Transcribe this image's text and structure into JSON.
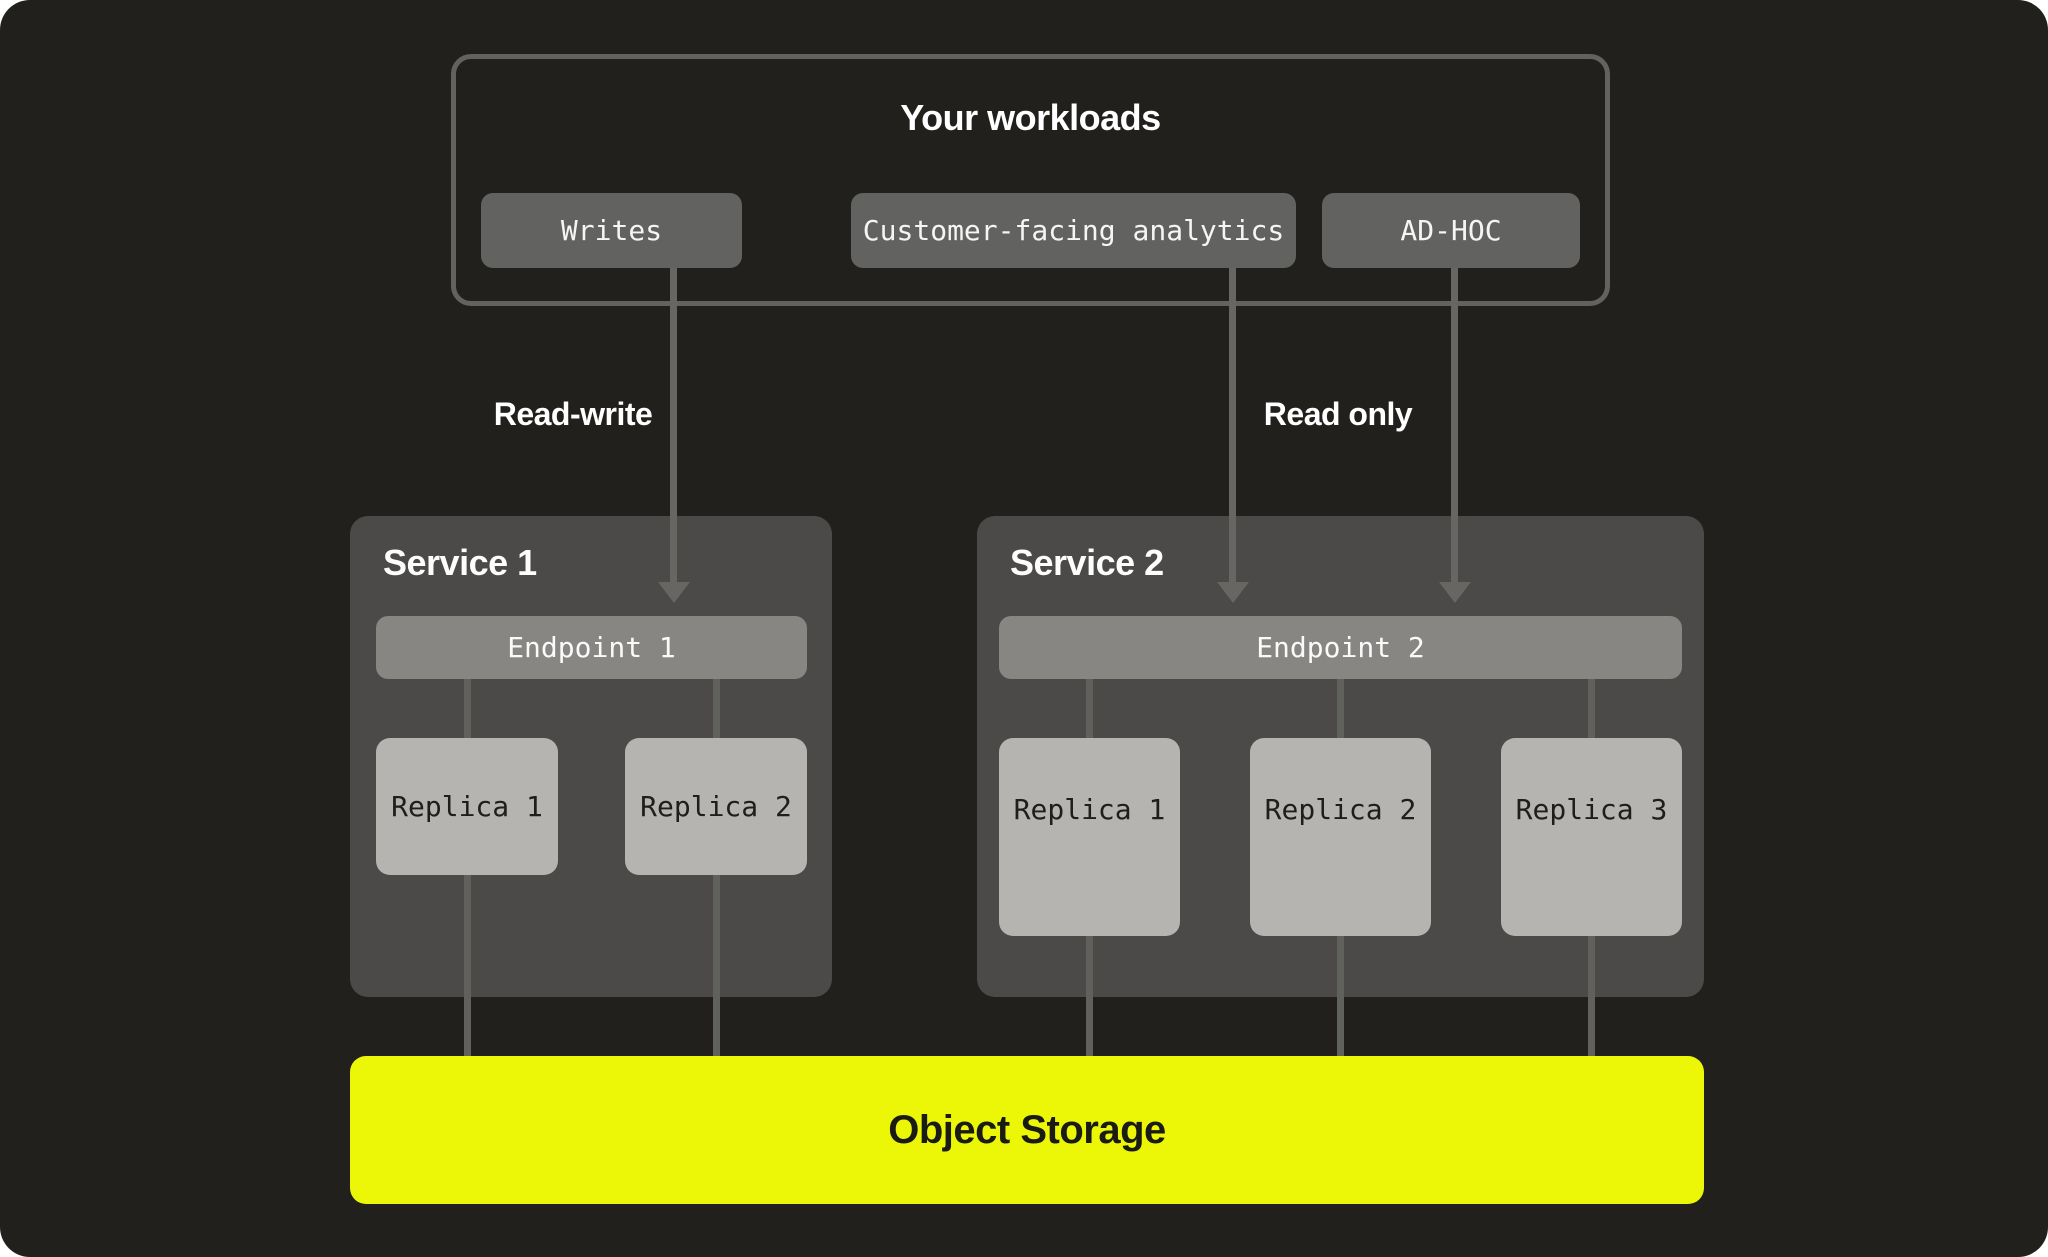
{
  "colors": {
    "page_bg": "#ffffff",
    "panel_bg": "#21201c",
    "workloads_border": "#62625f",
    "workload_chip_bg": "#626260",
    "service_bg": "#4b4a48",
    "endpoint_bg": "#878683",
    "replica_bg": "#b5b4b1",
    "connector_line": "#60605d",
    "arrow": "#676663",
    "storage_bg": "#ebf707",
    "text_light": "#ffffff",
    "text_dark": "#1e1e1b"
  },
  "workloads": {
    "title": "Your workloads",
    "chips": [
      {
        "label": "Writes"
      },
      {
        "label": "Customer-facing analytics"
      },
      {
        "label": "AD-HOC"
      }
    ]
  },
  "flows": {
    "read_write": "Read-write",
    "read_only": "Read only"
  },
  "services": [
    {
      "title": "Service 1",
      "endpoint": "Endpoint 1",
      "replicas": [
        "Replica 1",
        "Replica 2"
      ]
    },
    {
      "title": "Service 2",
      "endpoint": "Endpoint 2",
      "replicas": [
        "Replica 1",
        "Replica 2",
        "Replica 3"
      ]
    }
  ],
  "storage": {
    "label": "Object Storage"
  }
}
